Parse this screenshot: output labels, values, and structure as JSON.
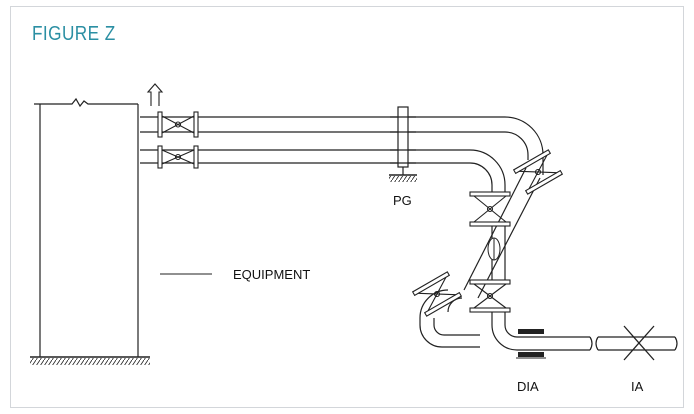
{
  "figure": {
    "title": "FIGURE Z"
  },
  "labels": {
    "equipment": "EQUIPMENT",
    "pg": "PG",
    "dia": "DIA",
    "ia": "IA"
  },
  "colors": {
    "title": "#2b8fa3",
    "line": "#222222",
    "frame": "#d3d6da"
  }
}
